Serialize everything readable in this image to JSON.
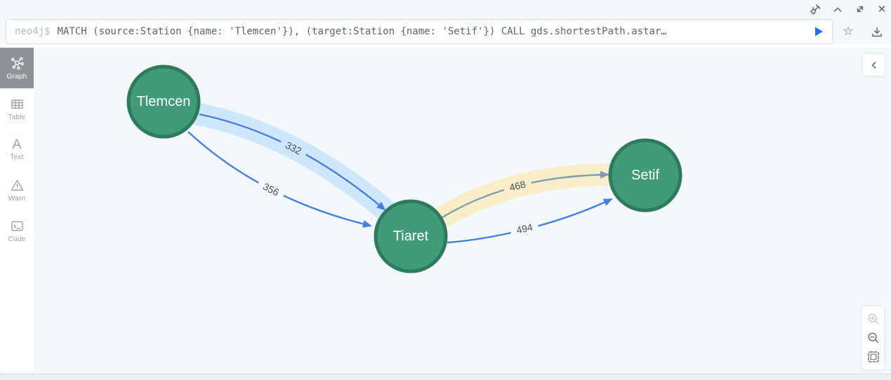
{
  "editor": {
    "prompt": "neo4j$",
    "query": "MATCH (source:Station {name: 'Tlemcen'}), (target:Station {name: 'Setif'}) CALL gds.shortestPath.astar…"
  },
  "icons": {
    "close_glyph": "✕",
    "star_glyph": "☆",
    "text_tab_glyph": "A"
  },
  "sidebar": {
    "items": [
      {
        "label": "Graph",
        "active": true
      },
      {
        "label": "Table",
        "active": false
      },
      {
        "label": "Text",
        "active": false
      },
      {
        "label": "Warn",
        "active": false
      },
      {
        "label": "Code",
        "active": false
      }
    ]
  },
  "graph": {
    "nodes": [
      {
        "id": "Tlemcen",
        "label": "Tlemcen"
      },
      {
        "id": "Tiaret",
        "label": "Tiaret"
      },
      {
        "id": "Setif",
        "label": "Setif"
      }
    ],
    "edges": [
      {
        "source": "Tlemcen",
        "target": "Tiaret",
        "weight": "332",
        "highlighted": true
      },
      {
        "source": "Tlemcen",
        "target": "Tiaret",
        "weight": "356",
        "highlighted": false
      },
      {
        "source": "Tiaret",
        "target": "Setif",
        "weight": "468",
        "highlighted": true
      },
      {
        "source": "Tiaret",
        "target": "Setif",
        "weight": "494",
        "highlighted": false
      }
    ]
  },
  "colors": {
    "canvas": "#f3f8fb",
    "node_fill": "#3f9b78",
    "node_border": "#2d7a5d",
    "edge_blue": "#4a7de2",
    "edge_path_gray": "#7f9cb5",
    "highlight_blue": "#cfe7fa",
    "highlight_yellow": "#f9eec7",
    "accent_blue": "#1b74e8"
  }
}
